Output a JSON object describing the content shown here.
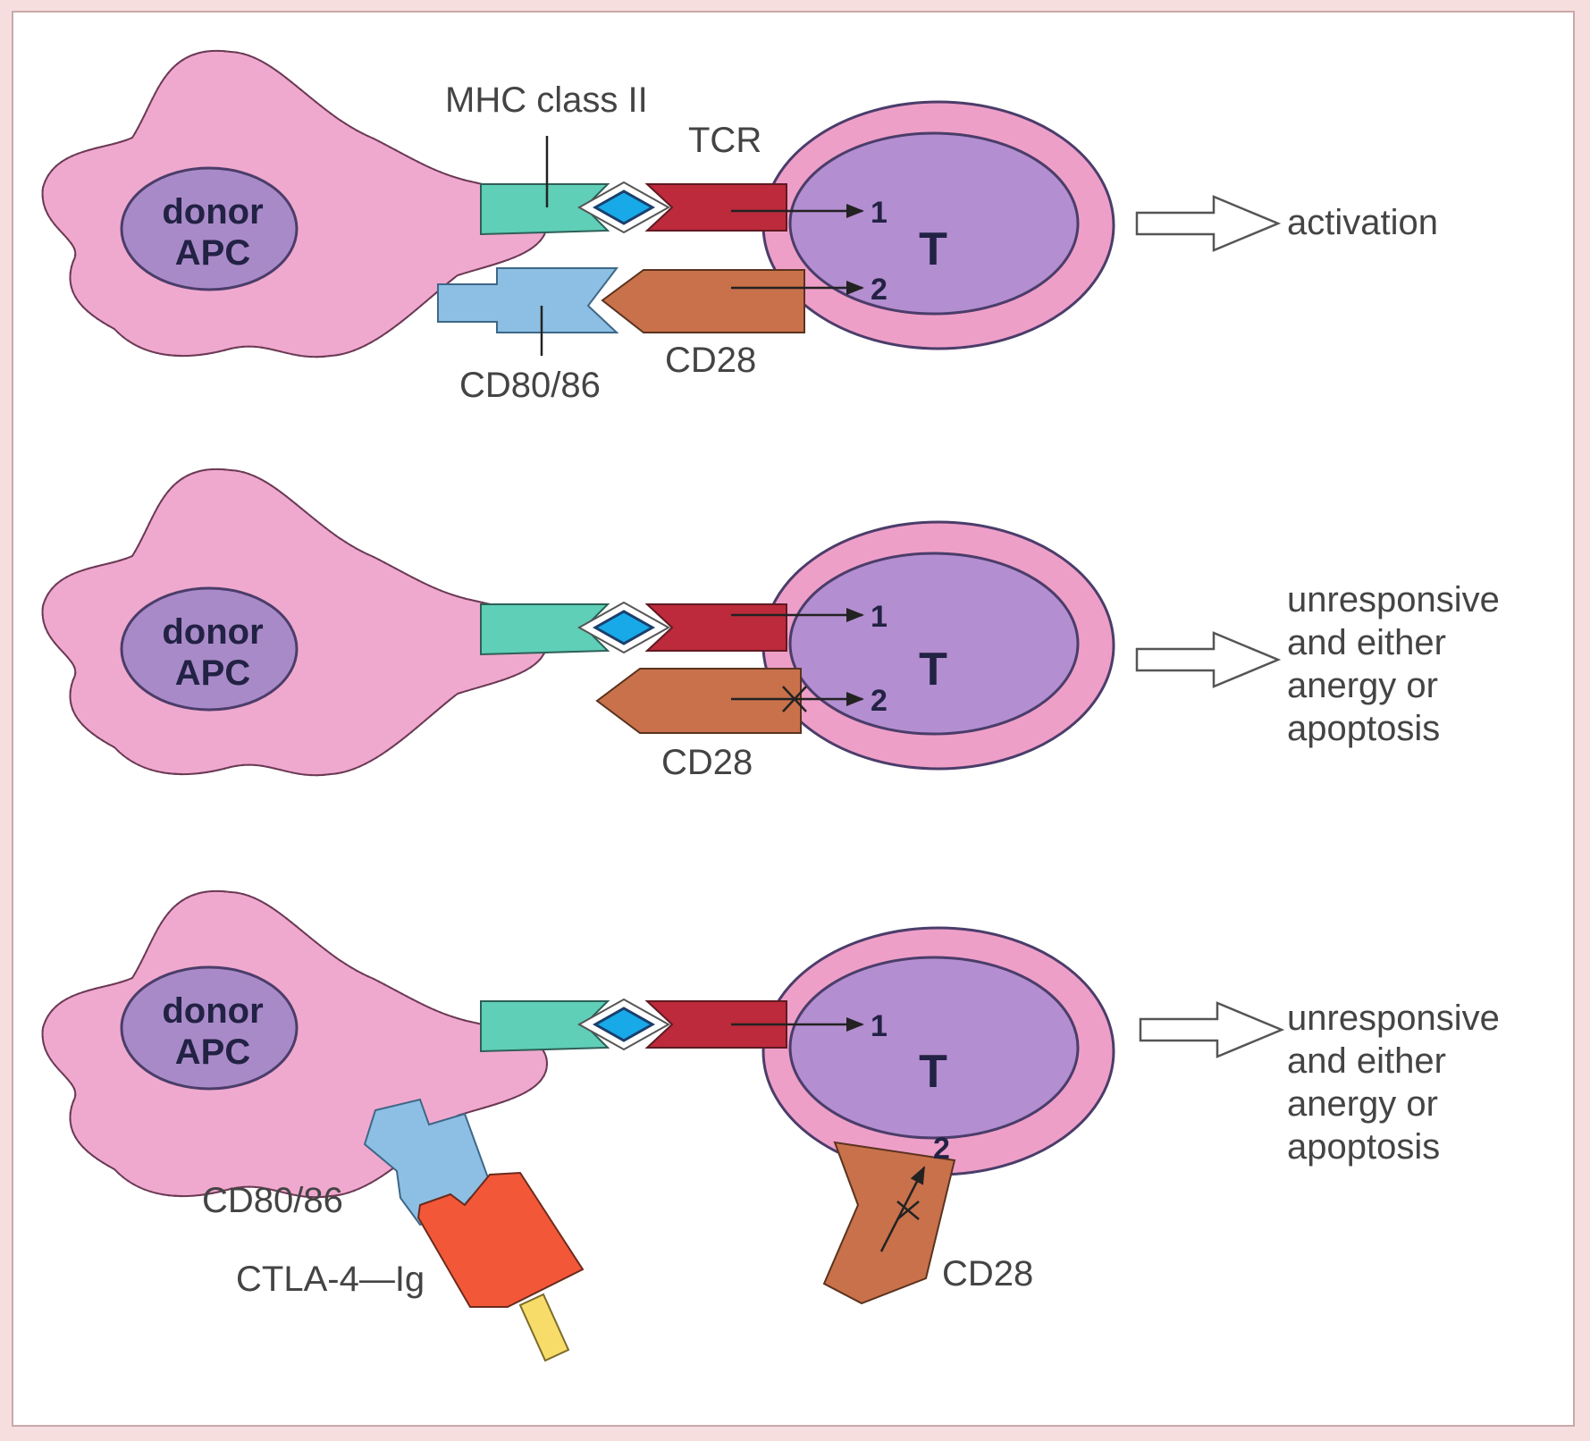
{
  "labels": {
    "mhc": "MHC class II",
    "tcr": "TCR",
    "cd80": "CD80/86",
    "cd28": "CD28",
    "ctla": "CTLA-4—Ig",
    "donor": "donor",
    "apc": "APC",
    "t": "T",
    "one": "1",
    "two": "2"
  },
  "outcomes": {
    "top": "activation",
    "middle": [
      "unresponsive",
      "and either",
      "anergy or",
      "apoptosis"
    ],
    "bottom": [
      "unresponsive",
      "and either",
      "anergy or",
      "apoptosis"
    ]
  },
  "colors": {
    "background": "#f6dede",
    "apc": "#f0a9ce",
    "nucleus": "#a98ac8",
    "mhc": "#5fcfb7",
    "tcr": "#bd2a3b",
    "peptide": "#17a9e8",
    "cd80": "#8cbfe3",
    "cd28": "#c8714b",
    "ctla": "#f25838",
    "fc": "#f7dc6a"
  }
}
